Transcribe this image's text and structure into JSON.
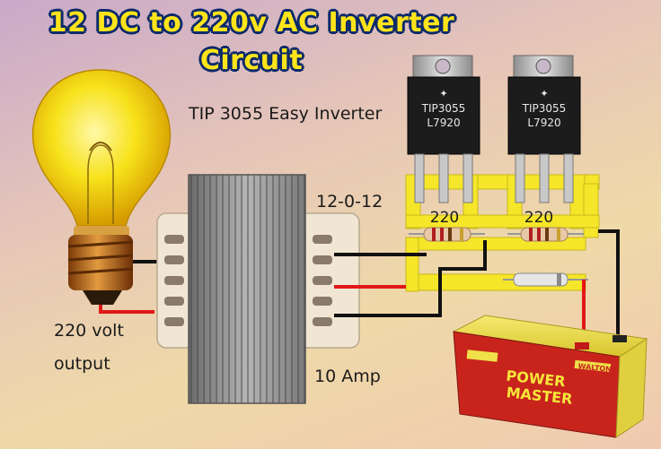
{
  "title": {
    "line1": "12 DC to 220v AC Inverter",
    "line2": "Circuit"
  },
  "subtitle": "TIP 3055 Easy Inverter",
  "labels": {
    "transformer_rating": "12-0-12",
    "current_rating": "10 Amp",
    "output_line1": "220 volt",
    "output_line2": "output"
  },
  "resistors": [
    {
      "value": "220"
    },
    {
      "value": "220"
    }
  ],
  "transistors": [
    {
      "marking_line1": "TIP3055",
      "marking_line2": "L7920"
    },
    {
      "marking_line1": "TIP3055",
      "marking_line2": "L7920"
    }
  ],
  "battery": {
    "brand_line1": "POWER",
    "brand_line2": "MASTER",
    "maker": "WALTON"
  },
  "colors": {
    "title_fill": "#ffe41a",
    "title_outline": "#0c2a6a",
    "pcb_yellow": "#f5e62a",
    "wire_red": "#e01818",
    "wire_black": "#111111",
    "battery_red": "#c8241c",
    "battery_yellow": "#f0e04a"
  },
  "icons": [
    "light-bulb-icon",
    "transformer-icon",
    "transistor-icon",
    "resistor-icon",
    "diode-icon",
    "battery-icon"
  ]
}
